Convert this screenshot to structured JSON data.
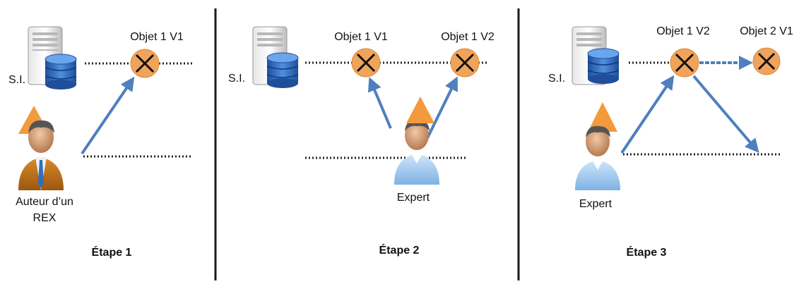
{
  "panels": [
    {
      "system_label": "S.I.",
      "object_labels": [
        "Objet 1 V1"
      ],
      "actor_label_line1": "Auteur d’un",
      "actor_label_line2": "REX",
      "step_label": "Étape 1"
    },
    {
      "system_label": "S.I.",
      "object_labels": [
        "Objet 1 V1",
        "Objet 1 V2"
      ],
      "actor_label": "Expert",
      "step_label": "Étape 2"
    },
    {
      "system_label": "S.I.",
      "object_labels": [
        "Objet 1 V2",
        "Objet 2 V1"
      ],
      "actor_label": "Expert",
      "step_label": "Étape 3"
    }
  ],
  "colors": {
    "object_fill": "#f0a35a",
    "arrow": "#4f7fbf",
    "divider": "#1a1a1a",
    "triangle": "#f39a3c",
    "moon": "#f39a3c"
  },
  "icons": [
    "server-database-icon",
    "object-x-icon",
    "person-icon",
    "triangle-icon",
    "crescent-icon",
    "arrow-icon"
  ]
}
